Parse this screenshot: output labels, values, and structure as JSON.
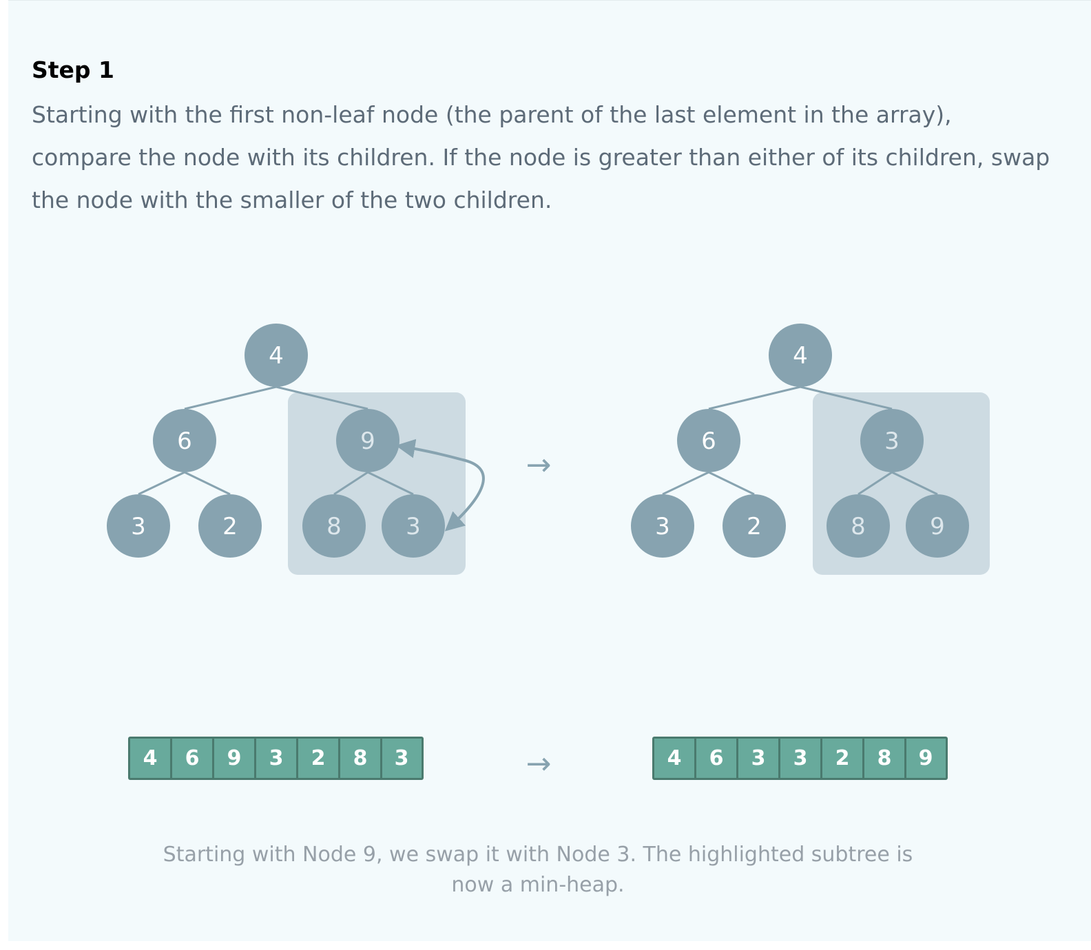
{
  "step": {
    "title": "Step 1",
    "description": "Starting with the first non-leaf node (the parent of the last element in the array), compare the node with its children. If the node is greater than either of its children, swap the node with the smaller of the two children."
  },
  "trees": {
    "before": {
      "nodes": [
        "4",
        "6",
        "9",
        "3",
        "2",
        "8",
        "3"
      ]
    },
    "after": {
      "nodes": [
        "4",
        "6",
        "3",
        "3",
        "2",
        "8",
        "9"
      ]
    },
    "arrow": "→"
  },
  "arrays": {
    "before": [
      "4",
      "6",
      "9",
      "3",
      "2",
      "8",
      "3"
    ],
    "after": [
      "4",
      "6",
      "3",
      "3",
      "2",
      "8",
      "9"
    ],
    "arrow": "→"
  },
  "caption": "Starting with Node 9, we swap it with Node 3. The highlighted subtree is now a min-heap.",
  "colors": {
    "node_fill": "#87a3b0",
    "node_text_main": "#ffffff",
    "node_text_subtree": "#dde7ec",
    "subtree_highlight": "#cddbe2",
    "edge": "#87a3b0",
    "array_cell": "#68aa9c",
    "array_border": "#4a7a6e",
    "arrow": "#87a3b0"
  }
}
